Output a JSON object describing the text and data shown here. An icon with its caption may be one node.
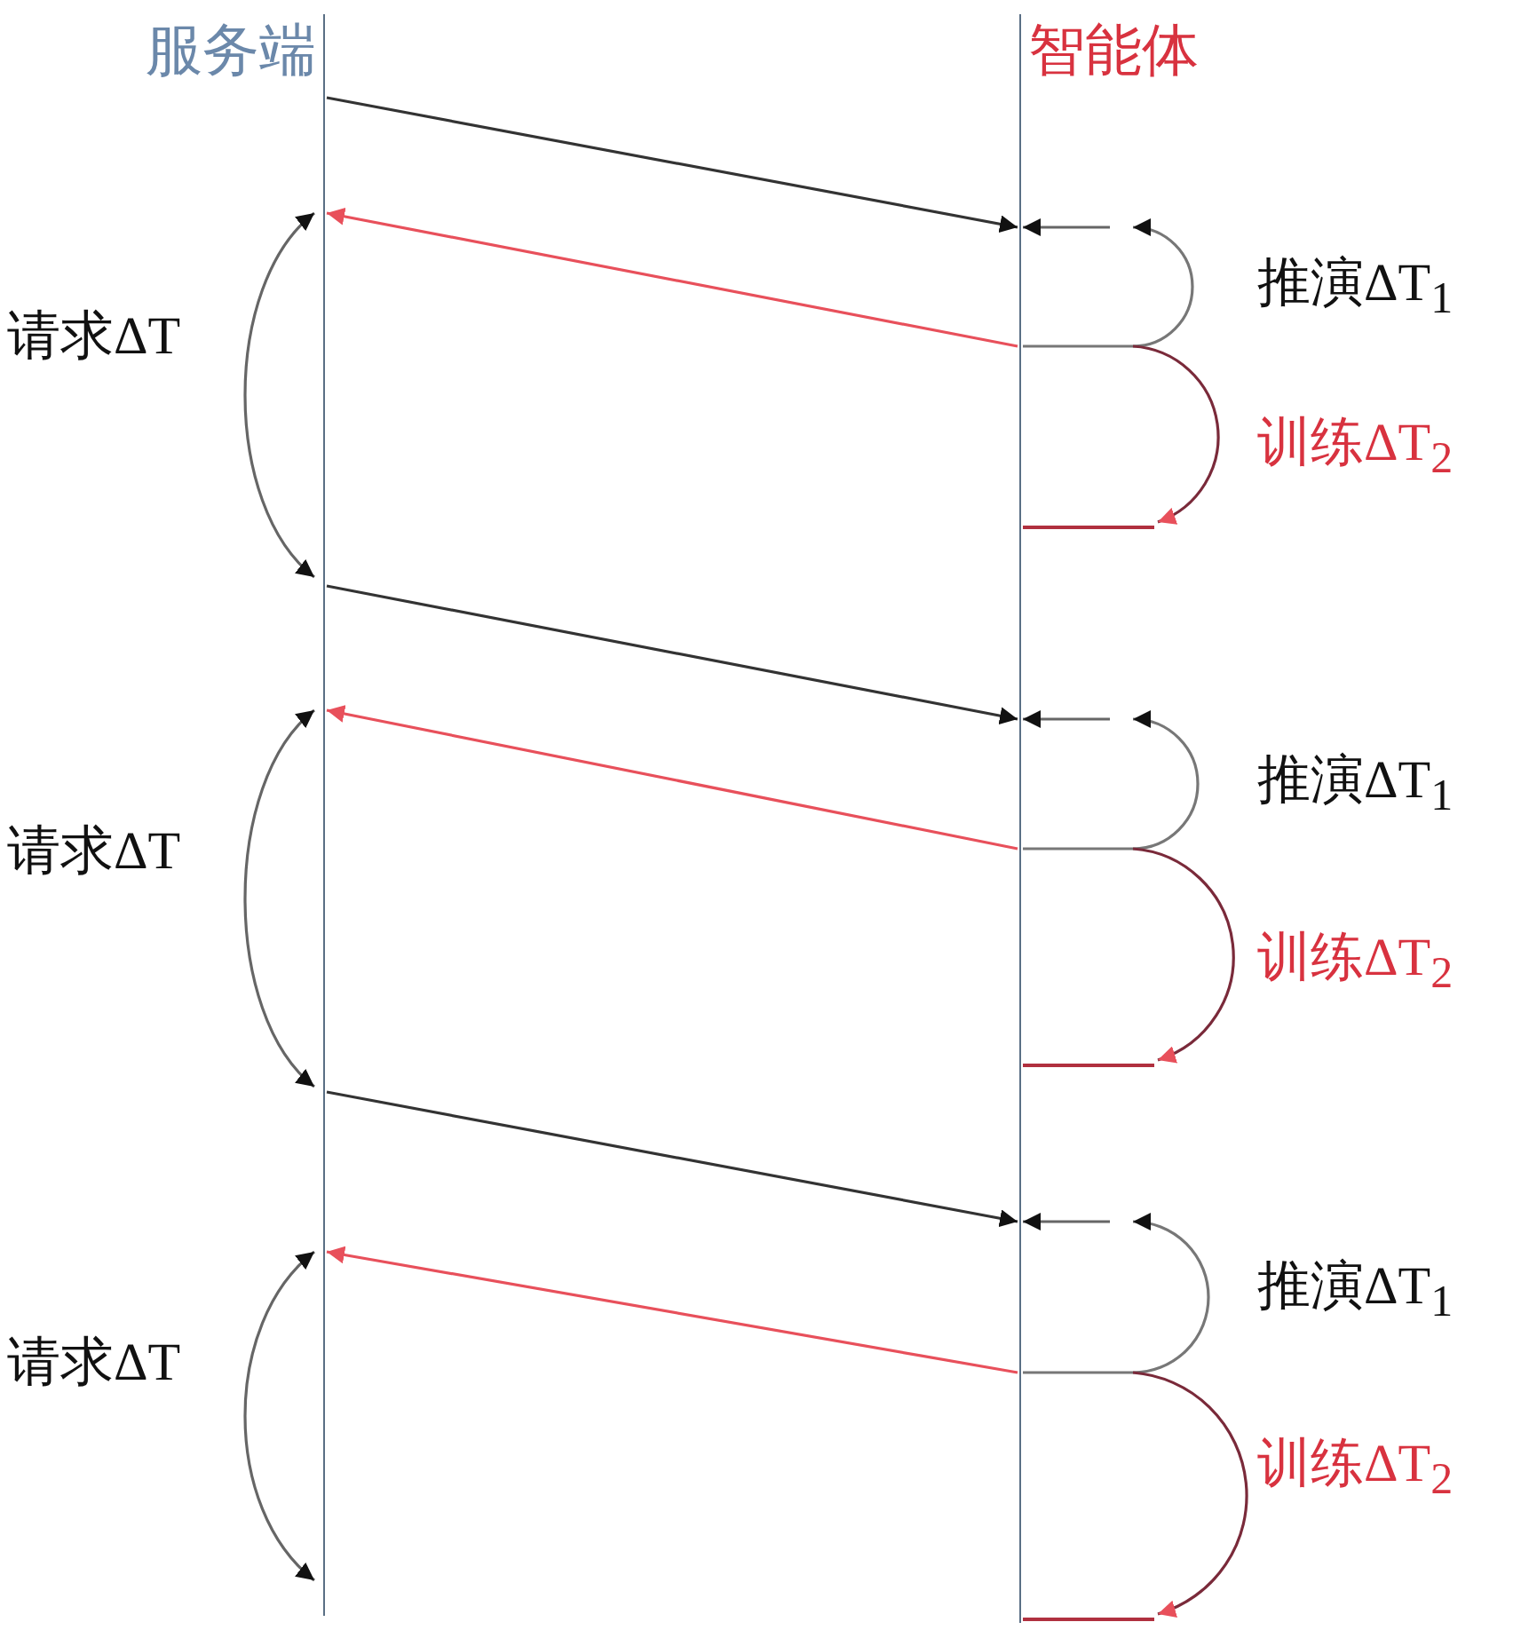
{
  "diagram": {
    "nodes": [
      {
        "text": [
          "服务端"
        ]
      },
      {
        "text": [
          "智能体"
        ]
      }
    ],
    "edges": [
      {
        "from": 0,
        "to": 1,
        "arrow": "to"
      },
      {
        "from": 1,
        "to": 0,
        "arrow": "to",
        "color": "#e8505b"
      },
      {
        "from": 0,
        "to": 1,
        "arrow": "to"
      },
      {
        "from": 1,
        "to": 0,
        "arrow": "to",
        "color": "#e8505b"
      },
      {
        "from": 0,
        "to": 1,
        "arrow": "to"
      },
      {
        "from": 1,
        "to": 0,
        "arrow": "to",
        "color": "#e8505b"
      }
    ],
    "labels": [
      "推演ΔT$_{1}$",
      "请求ΔT",
      "训练ΔT$_{2}$",
      "推演ΔT$_{1}$",
      "请求ΔT",
      "训练ΔT$_{2}$",
      "推演ΔT$_{1}$",
      "请求ΔT",
      "训练ΔT$_{2}$"
    ]
  }
}
